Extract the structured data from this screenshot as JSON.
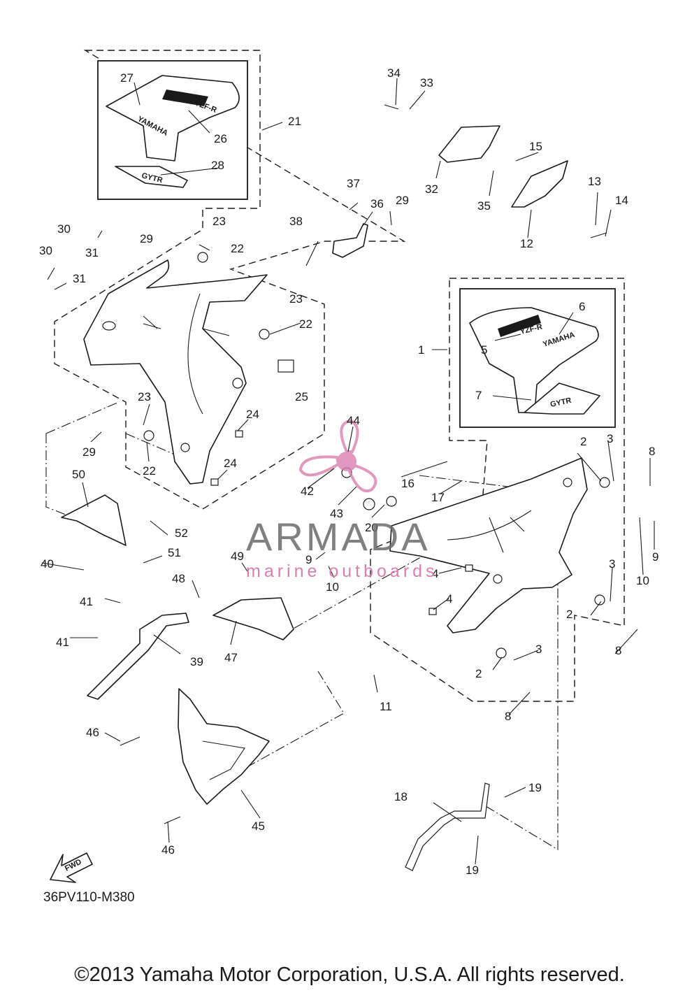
{
  "diagram": {
    "code": "36PV110-M380",
    "copyright": "©2013 Yamaha Motor Corporation, U.S.A. All rights reserved.",
    "decals": {
      "brand": "YAMAHA",
      "model": "YZF-R",
      "gytr": "GYTR",
      "fwd": "FWD"
    },
    "watermark": {
      "name": "ARMADA",
      "tagline": "marine outboards",
      "accent": "#d97fb0"
    },
    "callouts": [
      {
        "id": "c1",
        "text": "1"
      },
      {
        "id": "c2a",
        "text": "2"
      },
      {
        "id": "c2b",
        "text": "2"
      },
      {
        "id": "c2c",
        "text": "2"
      },
      {
        "id": "c3a",
        "text": "3"
      },
      {
        "id": "c3b",
        "text": "3"
      },
      {
        "id": "c3c",
        "text": "3"
      },
      {
        "id": "c4a",
        "text": "4"
      },
      {
        "id": "c4b",
        "text": "4"
      },
      {
        "id": "c5",
        "text": "5"
      },
      {
        "id": "c6",
        "text": "6"
      },
      {
        "id": "c7",
        "text": "7"
      },
      {
        "id": "c8a",
        "text": "8"
      },
      {
        "id": "c8b",
        "text": "8"
      },
      {
        "id": "c8c",
        "text": "8"
      },
      {
        "id": "c9a",
        "text": "9"
      },
      {
        "id": "c9b",
        "text": "9"
      },
      {
        "id": "c10a",
        "text": "10"
      },
      {
        "id": "c10b",
        "text": "10"
      },
      {
        "id": "c11",
        "text": "11"
      },
      {
        "id": "c12",
        "text": "12"
      },
      {
        "id": "c13",
        "text": "13"
      },
      {
        "id": "c14",
        "text": "14"
      },
      {
        "id": "c15",
        "text": "15"
      },
      {
        "id": "c16",
        "text": "16"
      },
      {
        "id": "c17",
        "text": "17"
      },
      {
        "id": "c18",
        "text": "18"
      },
      {
        "id": "c19a",
        "text": "19"
      },
      {
        "id": "c19b",
        "text": "19"
      },
      {
        "id": "c20",
        "text": "20"
      },
      {
        "id": "c21",
        "text": "21"
      },
      {
        "id": "c22a",
        "text": "22"
      },
      {
        "id": "c22b",
        "text": "22"
      },
      {
        "id": "c22c",
        "text": "22"
      },
      {
        "id": "c23a",
        "text": "23"
      },
      {
        "id": "c23b",
        "text": "23"
      },
      {
        "id": "c23c",
        "text": "23"
      },
      {
        "id": "c24a",
        "text": "24"
      },
      {
        "id": "c24b",
        "text": "24"
      },
      {
        "id": "c25",
        "text": "25"
      },
      {
        "id": "c26",
        "text": "26"
      },
      {
        "id": "c27",
        "text": "27"
      },
      {
        "id": "c28",
        "text": "28"
      },
      {
        "id": "c29a",
        "text": "29"
      },
      {
        "id": "c29b",
        "text": "29"
      },
      {
        "id": "c29c",
        "text": "29"
      },
      {
        "id": "c30a",
        "text": "30"
      },
      {
        "id": "c30b",
        "text": "30"
      },
      {
        "id": "c31a",
        "text": "31"
      },
      {
        "id": "c31b",
        "text": "31"
      },
      {
        "id": "c32",
        "text": "32"
      },
      {
        "id": "c33",
        "text": "33"
      },
      {
        "id": "c34",
        "text": "34"
      },
      {
        "id": "c35",
        "text": "35"
      },
      {
        "id": "c36",
        "text": "36"
      },
      {
        "id": "c37",
        "text": "37"
      },
      {
        "id": "c38",
        "text": "38"
      },
      {
        "id": "c39",
        "text": "39"
      },
      {
        "id": "c40",
        "text": "40"
      },
      {
        "id": "c41a",
        "text": "41"
      },
      {
        "id": "c41b",
        "text": "41"
      },
      {
        "id": "c42",
        "text": "42"
      },
      {
        "id": "c43",
        "text": "43"
      },
      {
        "id": "c44",
        "text": "44"
      },
      {
        "id": "c45",
        "text": "45"
      },
      {
        "id": "c46a",
        "text": "46"
      },
      {
        "id": "c46b",
        "text": "46"
      },
      {
        "id": "c47",
        "text": "47"
      },
      {
        "id": "c48",
        "text": "48"
      },
      {
        "id": "c49",
        "text": "49"
      },
      {
        "id": "c50",
        "text": "50"
      },
      {
        "id": "c51",
        "text": "51"
      },
      {
        "id": "c52",
        "text": "52"
      }
    ]
  }
}
